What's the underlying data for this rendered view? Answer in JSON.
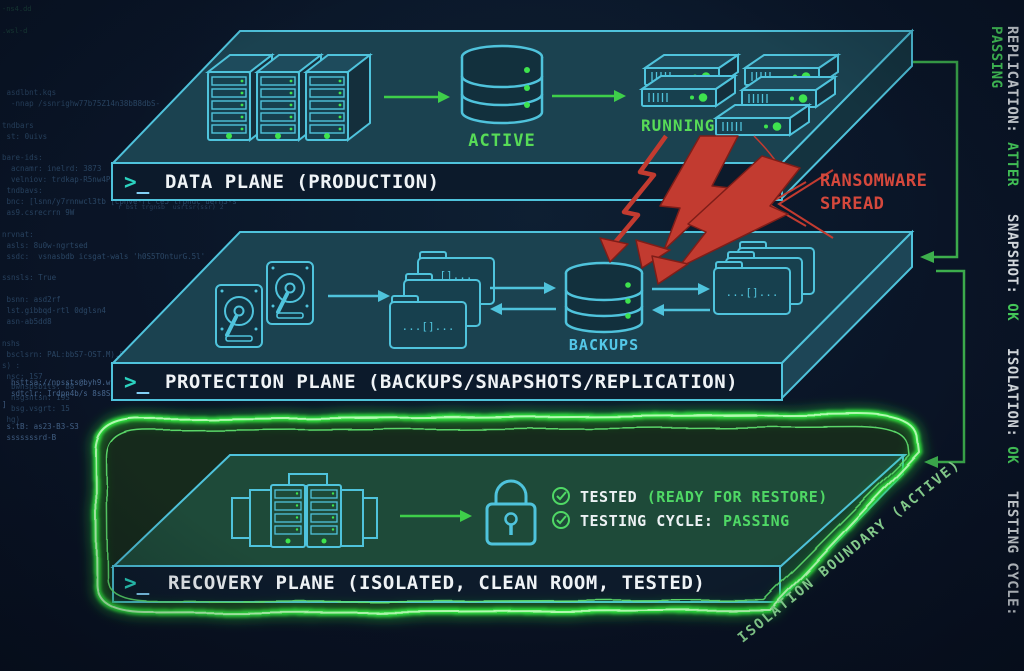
{
  "colors": {
    "cyan": "#4fc3dc",
    "green": "#3ed152",
    "red": "#c23b30",
    "bg": "#0a1426",
    "glow_green": "#2ee33c"
  },
  "prompt": {
    "gt": ">",
    "us": "_"
  },
  "top_plane": {
    "title": "DATA PLANE (PRODUCTION)",
    "db_label": "ACTIVE",
    "rack_label": "RUNNING"
  },
  "mid_plane": {
    "title": "PROTECTION PLANE (BACKUPS/SNAPSHOTS/REPLICATION)",
    "db_label": "BACKUPS",
    "folder_glyph": "...[]...",
    "folder_glyph_back": "[]..."
  },
  "recovery_plane": {
    "title": "RECOVERY PLANE (ISOLATED, CLEAN ROOM, TESTED)",
    "check1_label": "TESTED ",
    "check1_value": "(READY FOR RESTORE)",
    "check2_label": "TESTING CYCLE: ",
    "check2_value": "PASSING",
    "boundary_label": "ISOLATION BOUNDARY (ACTIVE)"
  },
  "ransomware": {
    "line1": "RANSOMWARE",
    "line2": "SPREAD"
  },
  "status_rail": {
    "items": [
      {
        "label": "REPLICATION: ",
        "value": "ATTER"
      },
      {
        "label": "SNAPSHOT: ",
        "value": "OK"
      },
      {
        "label": "ISOLATION: ",
        "value": "OK"
      },
      {
        "label": "TESTING CYCLE: ",
        "value": "PASSING"
      }
    ]
  },
  "decor": {
    "code_topleft": "-ns4.dd\n\n.wsl-d",
    "code_underbar": "r bst trgnsb  usrtsr(ssr) 2",
    "code_left": " asdlbnt.kqs\n  -nnap /ssnrighw77b75Z14n38bB8dbS-\n\ntndbars\n st: 0uivs\n\nbare-ids:\n  acnamr: inelrd: 3873\n  velniov: trdkap-R5nw4P3rtnr5\n tndbavs:\n bnc: [lsnn/y7rnnwcl3tb [cpnve-rt ce5 trpndc uern3-s\n as9.csrecrrn 9W\n\nnrvnat:\n asls: 8u0w-ngrtsed\n ssdc:  vsnasbdb icsgat-wals 'h0S5TOnturG.5l'\n\nssnsls: True\n\n bsnn: asd2rf\n lst.gibbqd-rtl 0dglsn4\n asn-ab5dd8\n\nnshs\n bsclsrn: PAL:bbS7-OST.M).5 3\ns) :\n nsc: 1S7\n  bwnspsb1ts: 88\n  nsgsntsn: 19S\n  bsg.vsgrt: 15\n hg)",
    "code_url": "  hsttsa://npssts@byh9.ws-ssnr5-t:\n  sdtclr: Irdpn4b/s 8s8S3Z'.8M4\n]\n\n s.tB: as23-B3-S3\n sssssssrd-B"
  }
}
